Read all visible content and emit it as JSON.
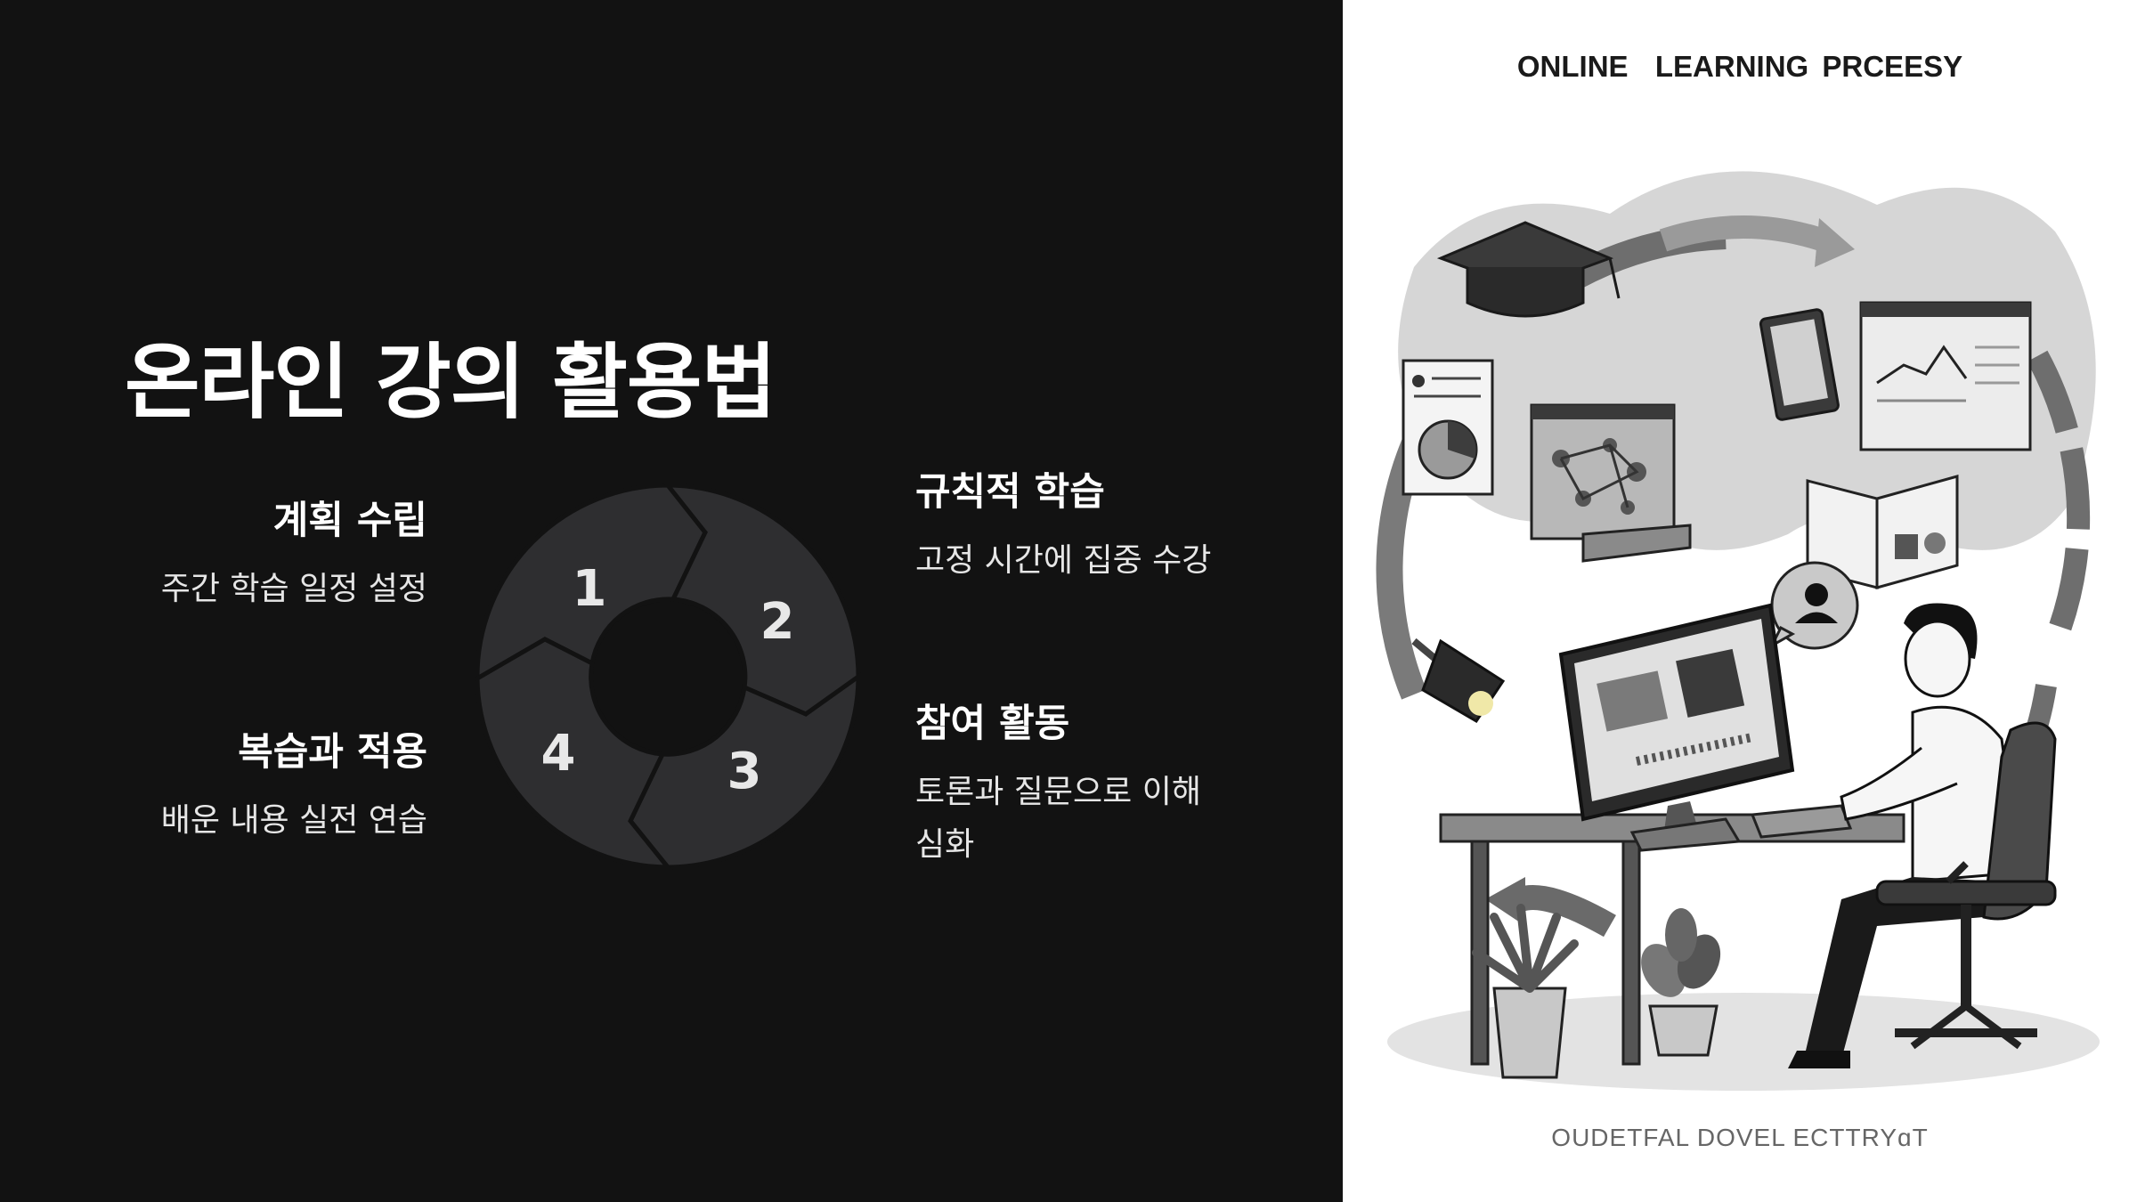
{
  "slide": {
    "title": "온라인 강의 활용법"
  },
  "cycle": {
    "numbers": [
      "1",
      "2",
      "3",
      "4"
    ]
  },
  "steps": [
    {
      "heading": "계획 수립",
      "desc": "주간 학습 일정 설정"
    },
    {
      "heading": "규칙적 학습",
      "desc": "고정 시간에 집중 수강"
    },
    {
      "heading": "참여 활동",
      "desc": "토론과 질문으로 이해 심화"
    },
    {
      "heading": "복습과 적용",
      "desc": "배운 내용 실전 연습"
    }
  ],
  "illustration": {
    "title": "ONLINE  LEARNING PRCEESY",
    "caption": "OUDETFAL DOVEL ECTTRYɑT"
  },
  "colors": {
    "background": "#121212",
    "segment_fill": "#2e2e30",
    "segment_border": "#121212",
    "text": "#ffffff"
  }
}
